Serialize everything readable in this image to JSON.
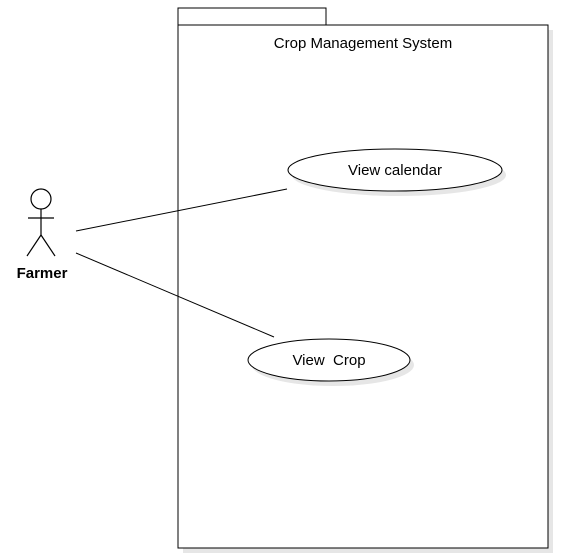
{
  "diagram": {
    "system_name": "Crop Management System",
    "actor": {
      "name": "Farmer"
    },
    "use_cases": [
      {
        "label": "View calendar"
      },
      {
        "label": "View  Crop"
      }
    ]
  },
  "colors": {
    "stroke": "#000000",
    "fill": "#ffffff",
    "shadow": "#e6e6e6"
  }
}
